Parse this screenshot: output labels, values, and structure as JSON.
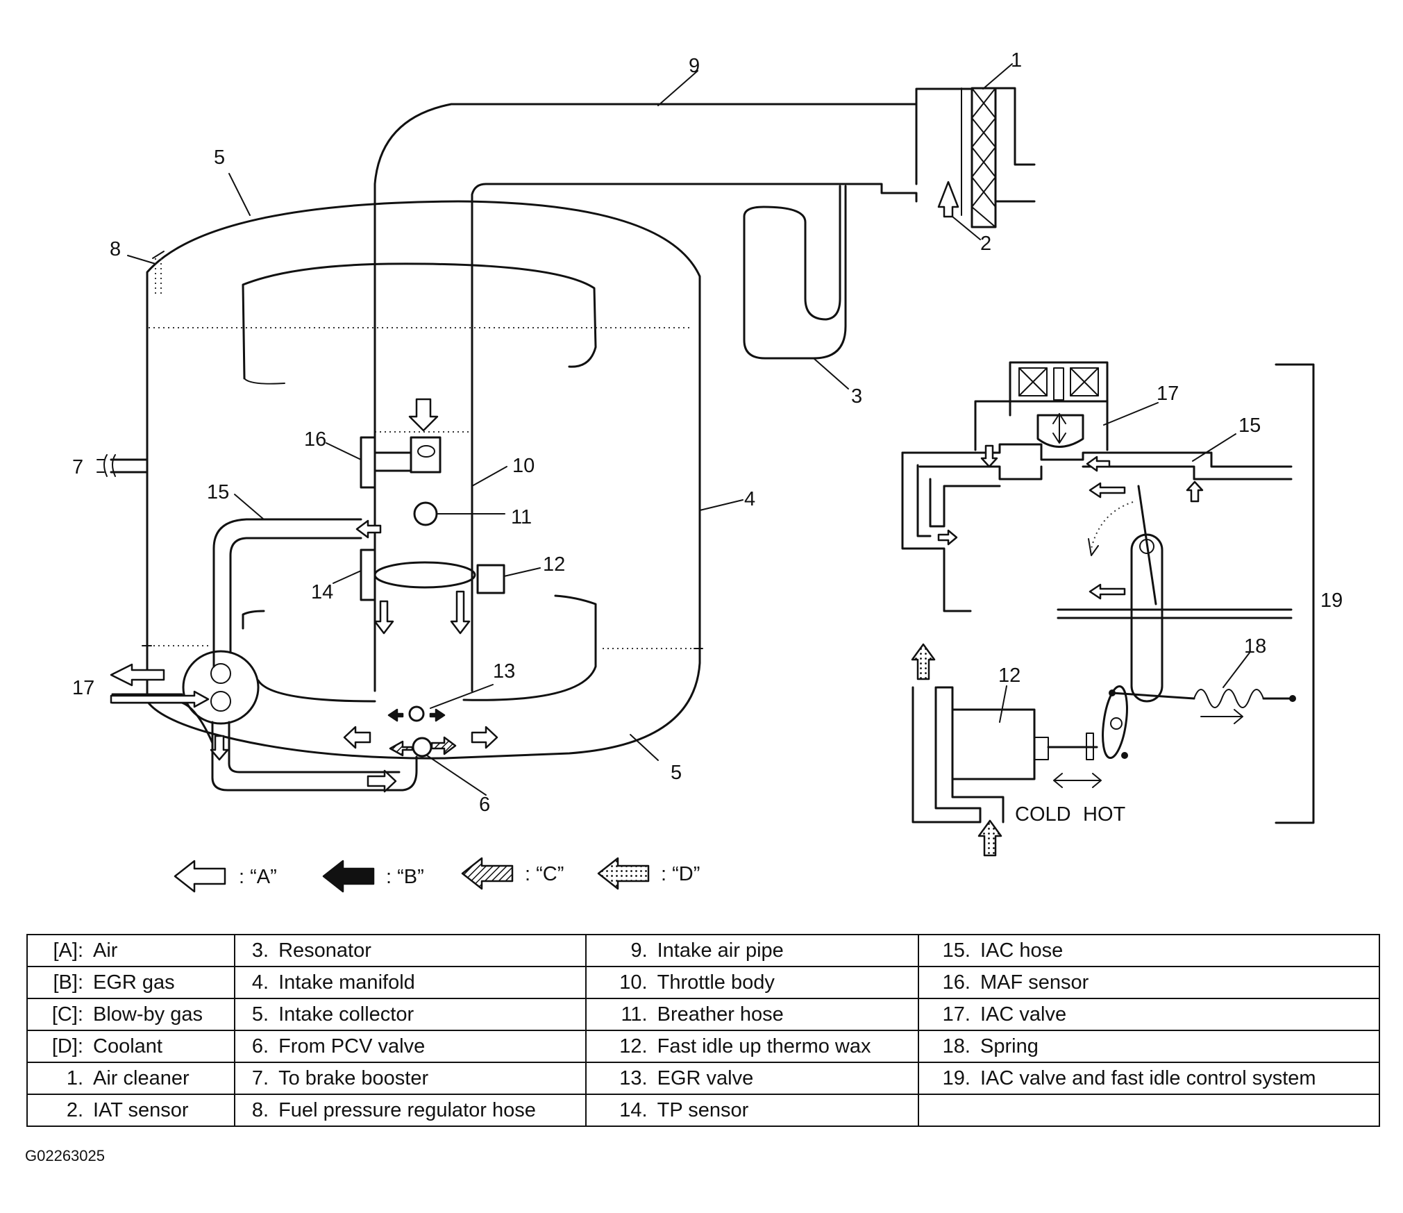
{
  "labels": {
    "n1": "1",
    "n2": "2",
    "n3": "3",
    "n4": "4",
    "n5a": "5",
    "n5b": "5",
    "n6": "6",
    "n7": "7",
    "n8": "8",
    "n9": "9",
    "n10": "10",
    "n11": "11",
    "n12a": "12",
    "n12b": "12",
    "n13": "13",
    "n14": "14",
    "n15a": "15",
    "n15b": "15",
    "n16": "16",
    "n17a": "17",
    "n17b": "17",
    "n18": "18",
    "n19": "19"
  },
  "fast_idle": {
    "cold": "COLD",
    "hot": "HOT"
  },
  "flow_legend": [
    {
      "key": ": “A”",
      "style": "white"
    },
    {
      "key": ": “B”",
      "style": "black"
    },
    {
      "key": ": “C”",
      "style": "hatched"
    },
    {
      "key": ": “D”",
      "style": "dotted"
    }
  ],
  "legend_table": [
    [
      {
        "key": "[A]:",
        "text": "Air"
      },
      {
        "key": "3.",
        "text": "Resonator"
      },
      {
        "key": "9.",
        "text": "Intake air pipe"
      },
      {
        "key": "15.",
        "text": "IAC hose"
      }
    ],
    [
      {
        "key": "[B]:",
        "text": "EGR gas"
      },
      {
        "key": "4.",
        "text": "Intake manifold"
      },
      {
        "key": "10.",
        "text": "Throttle body"
      },
      {
        "key": "16.",
        "text": "MAF sensor"
      }
    ],
    [
      {
        "key": "[C]:",
        "text": "Blow-by gas"
      },
      {
        "key": "5.",
        "text": "Intake collector"
      },
      {
        "key": "11.",
        "text": "Breather hose"
      },
      {
        "key": "17.",
        "text": "IAC valve"
      }
    ],
    [
      {
        "key": "[D]:",
        "text": "Coolant"
      },
      {
        "key": "6.",
        "text": "From PCV valve"
      },
      {
        "key": "12.",
        "text": "Fast idle up thermo wax"
      },
      {
        "key": "18.",
        "text": "Spring"
      }
    ],
    [
      {
        "key": "1.",
        "text": "Air cleaner"
      },
      {
        "key": "7.",
        "text": "To brake booster"
      },
      {
        "key": "13.",
        "text": "EGR valve"
      },
      {
        "key": "19.",
        "text": "IAC valve and fast idle control system"
      }
    ],
    [
      {
        "key": "2.",
        "text": "IAT sensor"
      },
      {
        "key": "8.",
        "text": "Fuel pressure regulator hose"
      },
      {
        "key": "14.",
        "text": "TP sensor"
      },
      {
        "key": "",
        "text": ""
      }
    ]
  ],
  "figure_id": "G02263025"
}
